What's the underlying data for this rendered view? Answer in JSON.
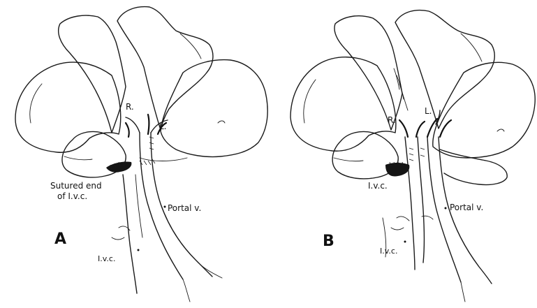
{
  "panels": [
    {
      "letter": "A",
      "labels": {
        "right": "R.",
        "left": "L.",
        "sutured_line1": "Sutured end",
        "sutured_line2": "of I.v.c.",
        "portal": "Portal v.",
        "ivc": "I.v.c."
      }
    },
    {
      "letter": "B",
      "labels": {
        "right": "R.",
        "left": "L.",
        "ivc_upper": "I.v.c.",
        "portal": "Portal v.",
        "ivc": "I.v.c."
      }
    }
  ]
}
